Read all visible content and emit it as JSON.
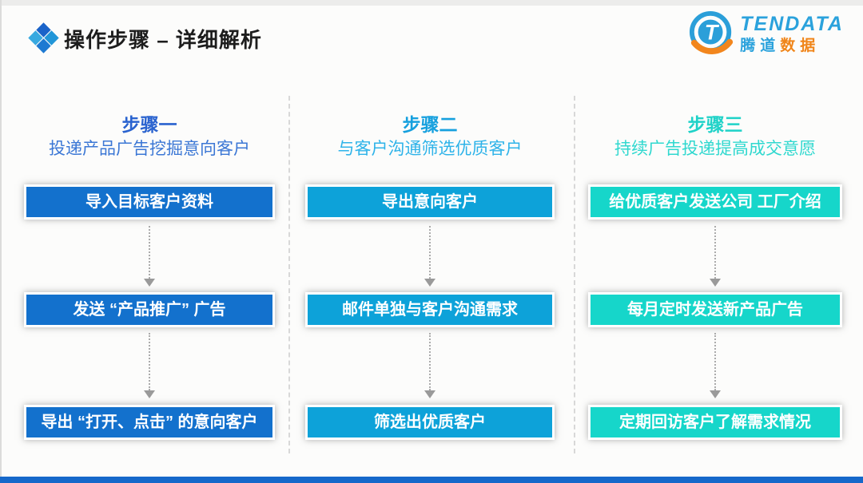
{
  "header": {
    "title": "操作步骤 – 详细解析"
  },
  "icons": {
    "title_icon": "diamond-cluster-icon",
    "flow_arrow": "down-arrow-dotted-icon",
    "logo_mark": "tendata-circle-t-icon"
  },
  "logo": {
    "brand_en": "TENDATA",
    "brand_cn_blue": "腾道",
    "brand_cn_orange": "数据",
    "mark_letter": "T",
    "blue": "#2ba2dc",
    "orange": "#f08519"
  },
  "columns": [
    {
      "step": "步骤一",
      "subtitle": "投递产品广告挖掘意向客户",
      "step_color": "#2a63cf",
      "subtitle_color": "#3b77d5",
      "box_color": "#1371cd",
      "boxes": [
        "导入目标客户资料",
        "发送 “产品推广” 广告",
        "导出 “打开、点击” 的意向客户"
      ]
    },
    {
      "step": "步骤二",
      "subtitle": "与客户沟通筛选优质客户",
      "step_color": "#16a0de",
      "subtitle_color": "#2eb3e9",
      "box_color": "#0da2d9",
      "boxes": [
        "导出意向客户",
        "邮件单独与客户沟通需求",
        "筛选出优质客户"
      ]
    },
    {
      "step": "步骤三",
      "subtitle": "持续广告投递提高成交意愿",
      "step_color": "#1fd2c8",
      "subtitle_color": "#2fd8cf",
      "box_color": "#16d6ca",
      "boxes": [
        "给优质客户发送公司 工厂介绍",
        "每月定时发送新产品广告",
        "定期回访客户了解需求情况"
      ]
    }
  ],
  "footer": {
    "bar_color": "#1568ca"
  }
}
